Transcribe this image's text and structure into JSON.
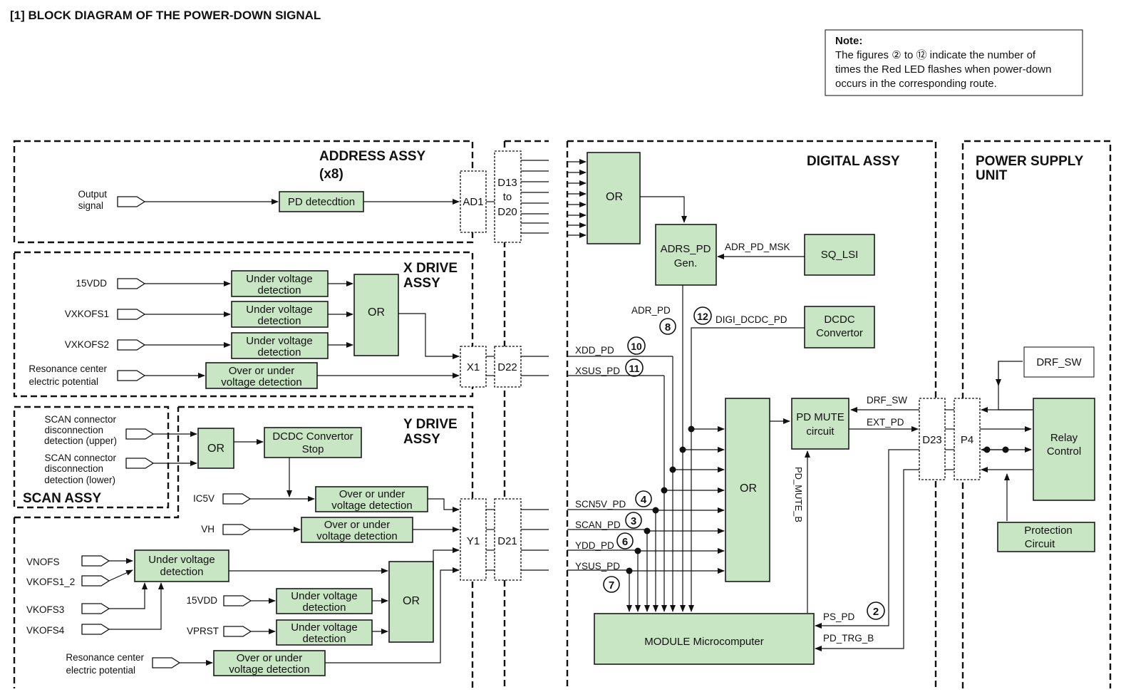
{
  "title": "[1] BLOCK DIAGRAM OF THE POWER-DOWN SIGNAL",
  "note": {
    "heading": "Note:",
    "lines": [
      "The figures ② to ⑫ indicate the number of",
      "times the Red LED flashes when power-down",
      "occurs in the corresponding route."
    ]
  },
  "sections": {
    "address": {
      "title": "ADDRESS ASSY",
      "sub": "(x8)"
    },
    "x_drive": {
      "title1": "X DRIVE",
      "title2": "ASSY"
    },
    "y_drive": {
      "title1": "Y DRIVE",
      "title2": "ASSY"
    },
    "scan": {
      "title": "SCAN ASSY"
    },
    "digital": {
      "title": "DIGITAL ASSY"
    },
    "psu": {
      "title1": "POWER SUPPLY",
      "title2": "UNIT"
    }
  },
  "inputs": {
    "output_signal": [
      "Output",
      "signal"
    ],
    "x_15vdd": "15VDD",
    "vxkofs1": "VXKOFS1",
    "vxkofs2": "VXKOFS2",
    "x_resonance": [
      "Resonance center",
      "electric potential"
    ],
    "scan_upper": [
      "SCAN connector",
      "disconnection",
      "detection (upper)"
    ],
    "scan_lower": [
      "SCAN connector",
      "disconnection",
      "detection (lower)"
    ],
    "ic5v": "IC5V",
    "vh": "VH",
    "vnofs": "VNOFS",
    "vkofs1_2": "VKOFS1_2",
    "vkofs3": "VKOFS3",
    "vkofs4": "VKOFS4",
    "y_15vdd": "15VDD",
    "vprst": "VPRST",
    "y_resonance": [
      "Resonance center",
      "electric potential"
    ]
  },
  "blocks": {
    "pd_detection": "PD detecdtion",
    "under_voltage": [
      "Under voltage",
      "detection"
    ],
    "over_under": [
      "Over or under",
      "voltage detection"
    ],
    "or": "OR",
    "dcdc_stop": [
      "DCDC Convertor",
      "Stop"
    ],
    "adrs_pd_gen": [
      "ADRS_PD",
      "Gen."
    ],
    "sq_lsi": "SQ_LSI",
    "dcdc_convertor": [
      "DCDC",
      "Convertor"
    ],
    "pd_mute": [
      "PD MUTE",
      "circuit"
    ],
    "module_micro": "MODULE Microcomputer",
    "drf_sw": "DRF_SW",
    "relay_control": [
      "Relay",
      "Control"
    ],
    "protection": [
      "Protection",
      "Circuit"
    ]
  },
  "connectors": {
    "ad1": "AD1",
    "d13_d20": [
      "D13",
      "to",
      "D20"
    ],
    "x1": "X1",
    "d22": "D22",
    "y1": "Y1",
    "d21": "D21",
    "d23": "D23",
    "p4": "P4"
  },
  "signals": {
    "adr_pd_msk": "ADR_PD_MSK",
    "adr_pd": "ADR_PD",
    "digi_dcdc_pd": "DIGI_DCDC_PD",
    "xdd_pd": "XDD_PD",
    "xsus_pd": "XSUS_PD",
    "scn5v_pd": "SCN5V_PD",
    "scan_pd": "SCAN_PD",
    "ydd_pd": "YDD_PD",
    "ysus_pd": "YSUS_PD",
    "drf_sw": "DRF_SW",
    "ext_pd": "EXT_PD",
    "pd_mute_b": "PD_MUTE_B",
    "ps_pd": "PS_PD",
    "pd_trg_b": "PD_TRG_B"
  },
  "route_numbers": {
    "adr_pd": "8",
    "digi_dcdc_pd": "12",
    "xdd_pd": "10",
    "xsus_pd": "11",
    "scn5v_pd": "4",
    "scan_pd": "3",
    "ydd_pd": "6",
    "ysus_pd": "7",
    "ps_pd": "2"
  }
}
